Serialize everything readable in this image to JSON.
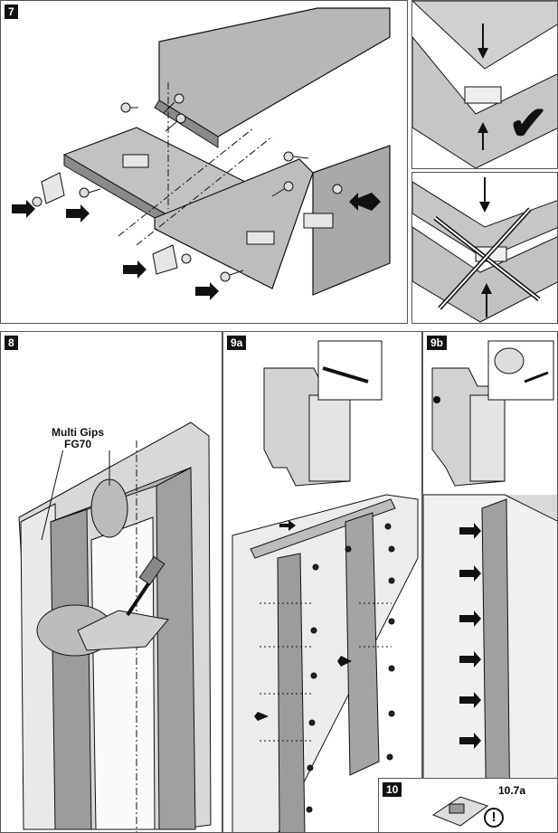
{
  "steps": {
    "s7": "7",
    "s8": "8",
    "s9a": "9a",
    "s9b": "9b",
    "s10": "10"
  },
  "labels": {
    "adhesive_line1": "Multi Gips",
    "adhesive_line2": "FG70",
    "reference": "10.7a"
  },
  "icons": {
    "correct": "checkmark-icon",
    "wrong": "cross-icon",
    "warning": "warning-icon"
  },
  "colors": {
    "frame_gray": "#a8a8a8",
    "frame_dark": "#6e6e6e",
    "wall_gray": "#d6d6d6",
    "ink": "#111111"
  }
}
